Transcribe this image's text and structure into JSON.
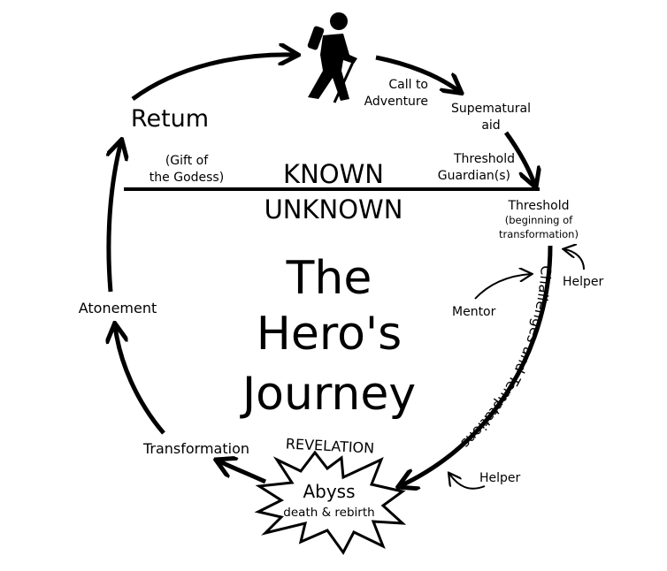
{
  "title_lines": [
    "The",
    "Hero's",
    "Journey"
  ],
  "known": "KNOWN",
  "unknown": "UNKNOWN",
  "stages": {
    "call": [
      "Call to",
      "Adventure"
    ],
    "supernatural": [
      "Supematural",
      "aid"
    ],
    "guardians": [
      "Threshold",
      "Guardian(s)"
    ],
    "threshold": [
      "Threshold",
      "(beginning of",
      "transformation)"
    ],
    "helper_top": "Helper",
    "mentor": "Mentor",
    "challenges": "Challenges and Temptations",
    "helper_bottom": "Helper",
    "revelation": "REVELATION",
    "abyss": "Abyss",
    "abyss_sub": "death & rebirth",
    "transformation": "Transformation",
    "atonement": "Atonement",
    "return": "Retum",
    "gift": [
      "(Gift of",
      "the Godess)"
    ]
  },
  "colors": {
    "ink": "#000000",
    "background": "#ffffff"
  }
}
